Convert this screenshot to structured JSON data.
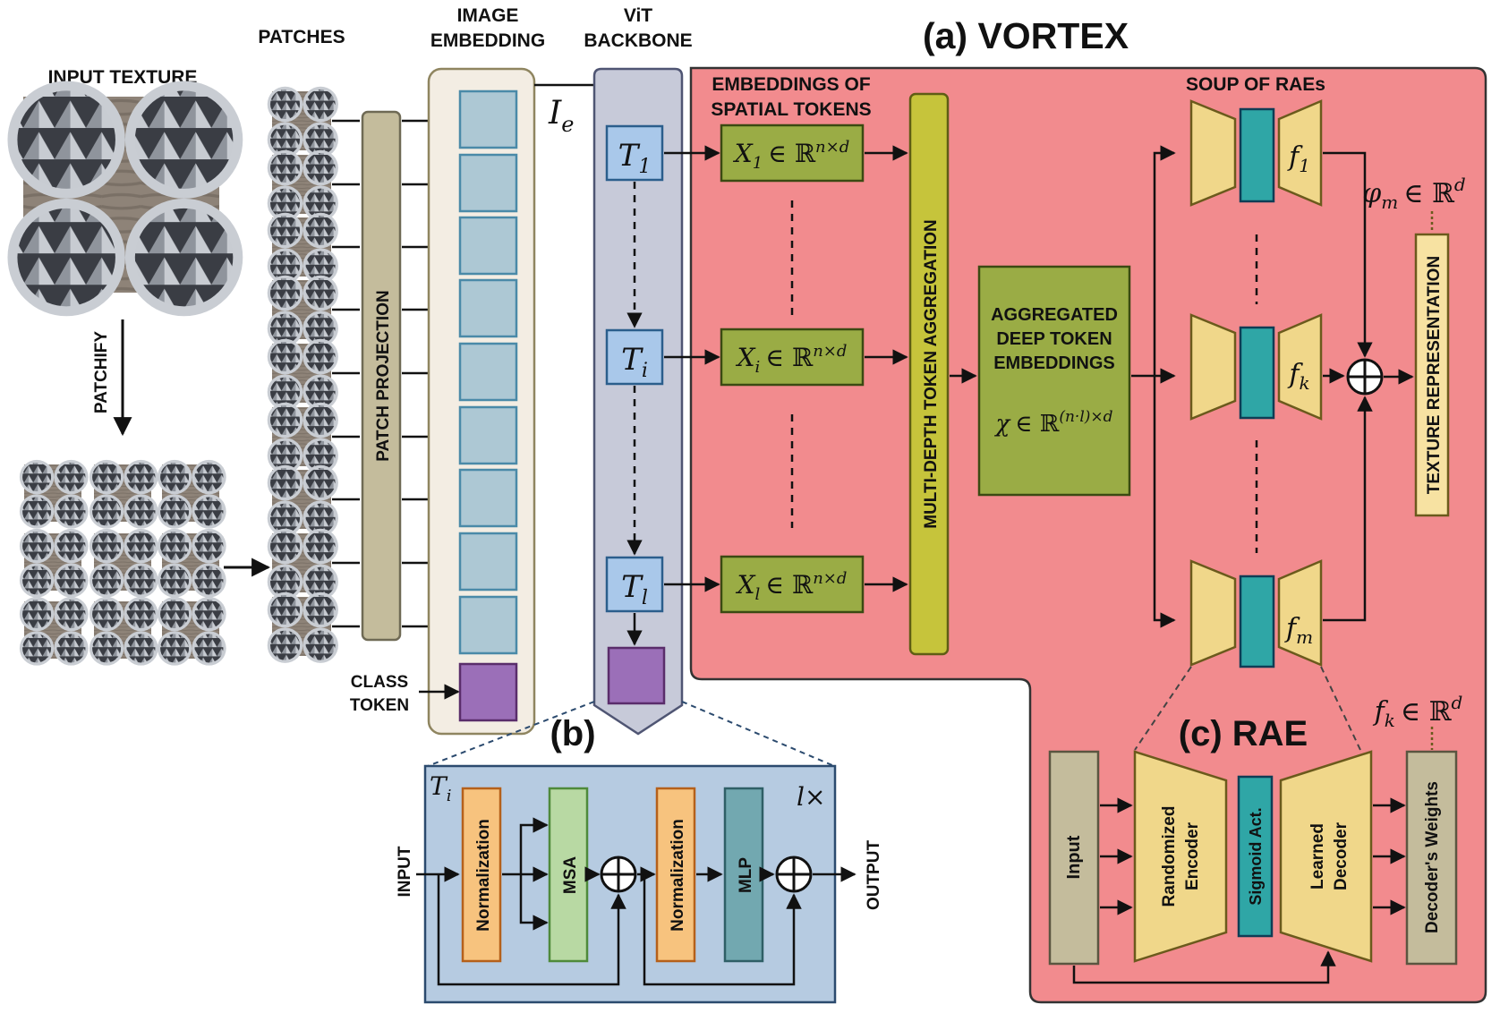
{
  "title": "(a) VORTEX",
  "headers": {
    "input_texture": "INPUT TEXTURE",
    "patches": "PATCHES",
    "image_embedding_1": "IMAGE",
    "image_embedding_2": "EMBEDDING",
    "vit_1": "ViT",
    "vit_2": "BACKBONE",
    "spatial_1": "EMBEDDINGS OF",
    "spatial_2": "SPATIAL TOKENS",
    "soup": "SOUP OF RAEs"
  },
  "labels": {
    "patchify": "PATCHIFY",
    "patch_projection": "PATCH PROJECTION",
    "class_token_1": "CLASS",
    "class_token_2": "TOKEN",
    "mdta": "MULTI-DEPTH TOKEN AGGREGATION",
    "agg_1": "AGGREGATED",
    "agg_2": "DEEP TOKEN",
    "agg_3": "EMBEDDINGS",
    "texture_rep": "TEXTURE REPRESENTATION"
  },
  "math": {
    "ie": "I",
    "ie_sub": "e",
    "t1": "T",
    "t1_sub": "1",
    "ti": "T",
    "ti_sub": "i",
    "tl": "T",
    "tl_sub": "l",
    "x1": "X",
    "x1_sub": "1",
    "x1_set": "∈ ℝ",
    "x1_sup": "n×d",
    "xi": "X",
    "xi_sub": "i",
    "xi_set": "∈ ℝ",
    "xi_sup": "n×d",
    "xl": "X",
    "xl_sub": "l",
    "xl_set": "∈ ℝ",
    "xl_sup": "n×d",
    "chi": "χ",
    "chi_set": "∈ ℝ",
    "chi_sup": "(n·l)×d",
    "f1": "f",
    "f1_sub": "1",
    "fk": "f",
    "fk_sub": "k",
    "fm": "f",
    "fm_sub": "m",
    "phi": "φ",
    "phi_sub": "m",
    "phi_set": "∈ ℝ",
    "phi_sup": "d",
    "fk2": "f",
    "fk2_sub": "k",
    "fk2_set": "∈ ℝ",
    "fk2_sup": "d"
  },
  "section_b": {
    "title": "(b)",
    "ti": "T",
    "ti_sub": "i",
    "lx": "l×",
    "input": "INPUT",
    "output": "OUTPUT",
    "norm1": "Normalization",
    "msa": "MSA",
    "norm2": "Normalization",
    "mlp": "MLP"
  },
  "section_c": {
    "title": "(c) RAE",
    "input": "Input",
    "enc_1": "Randomized",
    "enc_2": "Encoder",
    "sigmoid": "Sigmoid Act.",
    "dec_1": "Learned",
    "dec_2": "Decoder",
    "weights": "Decoder's Weights"
  },
  "colors": {
    "vortex_bg": "#f28b8e",
    "embed_panel": "#f3ede3",
    "vit_panel": "#c7cad9",
    "token_box": "#a9c8ea",
    "embed_cell": "#adc8d4",
    "class_token": "#9b6fb8",
    "olive": "#9aac45",
    "mdta": "#c6c43b",
    "rae_trap": "#f0d78a",
    "rae_mid": "#2fa6a6",
    "b_bg": "#b6cbe1",
    "norm": "#f7c37e",
    "msa": "#b8d9a3",
    "mlp": "#72a8b0",
    "input_box": "#c4bc9c"
  }
}
